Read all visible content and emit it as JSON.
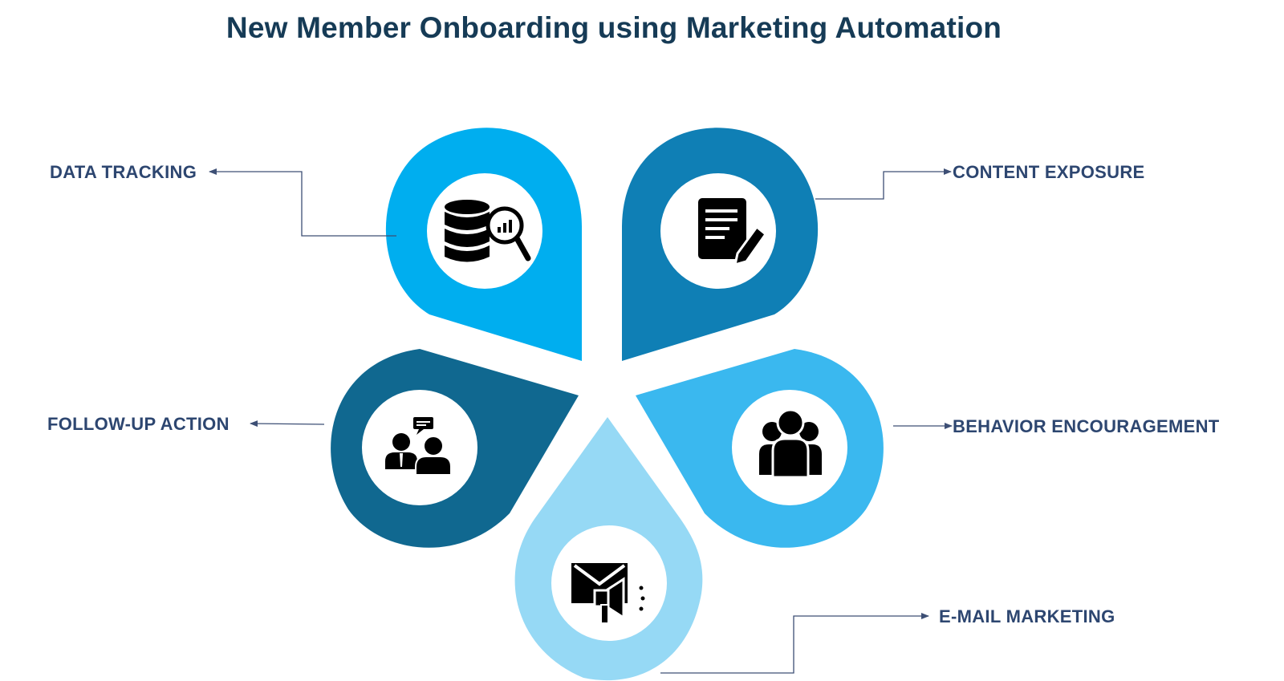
{
  "title": "New Member Onboarding using Marketing Automation",
  "steps": [
    {
      "label": "DATA TRACKING",
      "icon": "database-analytics-icon",
      "color": "#00aeef"
    },
    {
      "label": "CONTENT EXPOSURE",
      "icon": "document-edit-icon",
      "color": "#0f7fb5"
    },
    {
      "label": "BEHAVIOR ENCOURAGEMENT",
      "icon": "group-people-icon",
      "color": "#3ab8ef"
    },
    {
      "label": "E-MAIL MARKETING",
      "icon": "email-megaphone-icon",
      "color": "#96d9f5"
    },
    {
      "label": "FOLLOW-UP ACTION",
      "icon": "meeting-chat-icon",
      "color": "#106890"
    }
  ],
  "colors": {
    "title": "#163b56",
    "label": "#2d4670",
    "connector": "#3d4f75"
  }
}
